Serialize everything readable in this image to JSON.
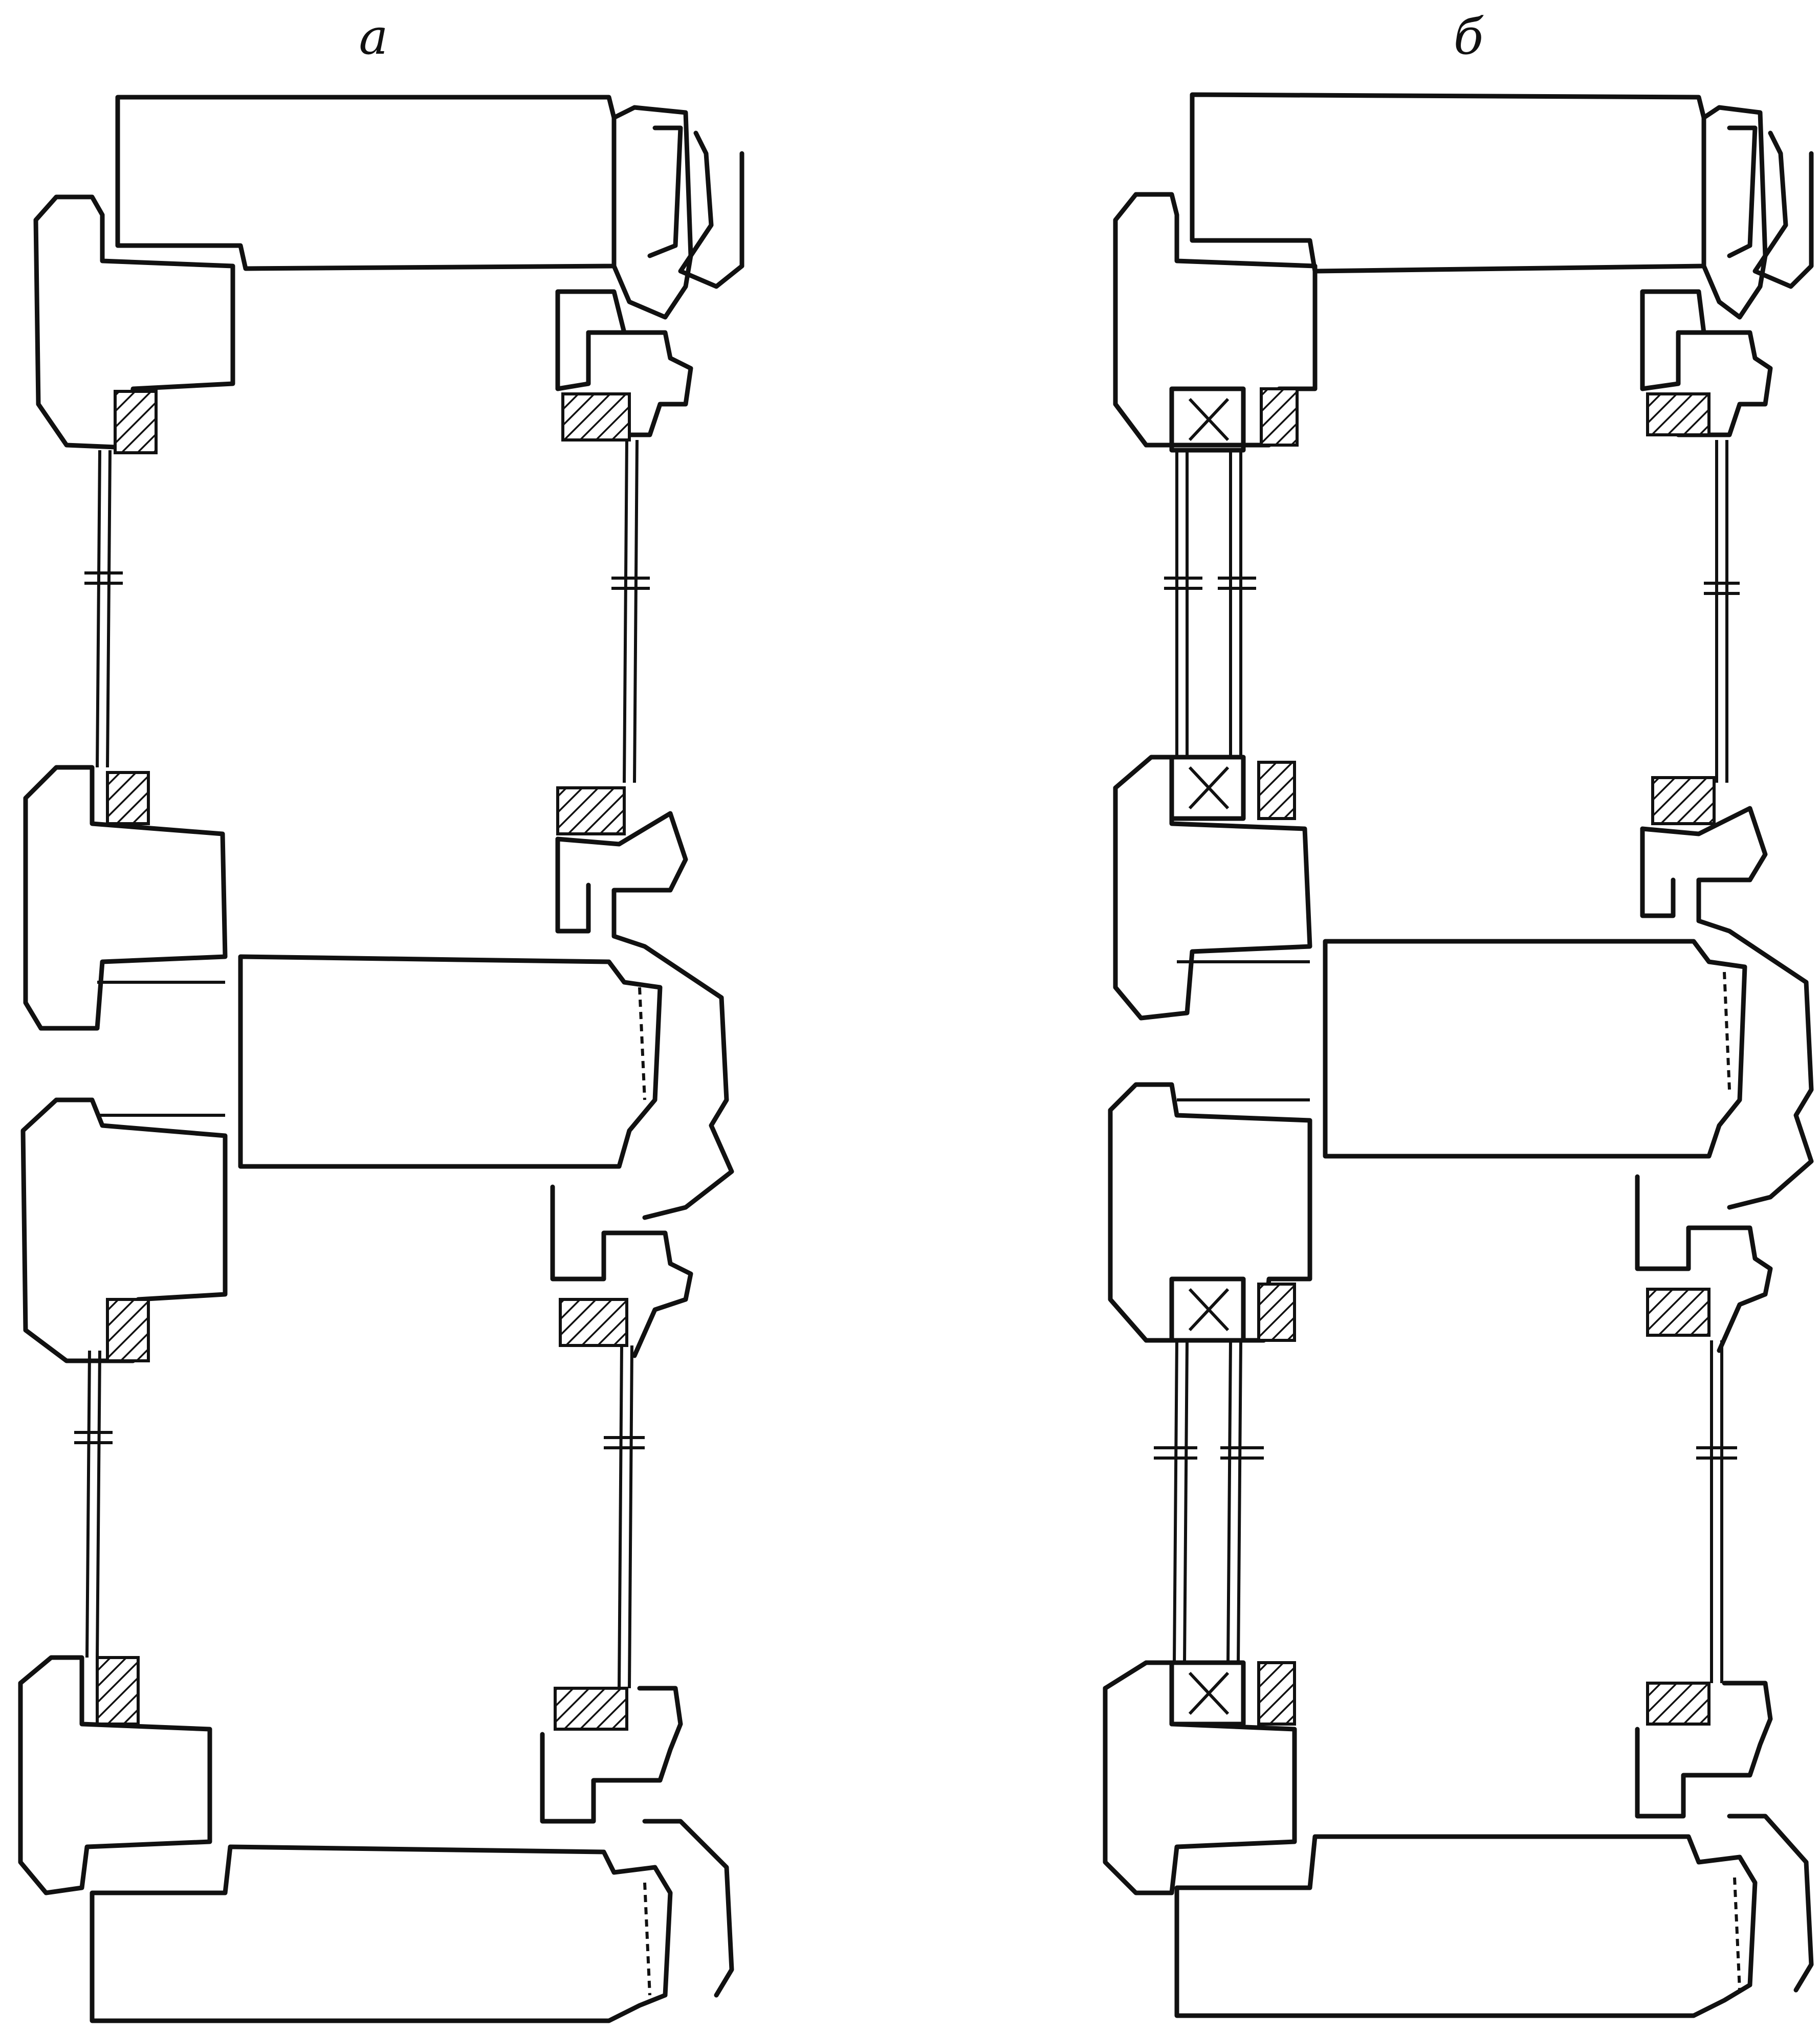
{
  "panels": [
    {
      "id": "a",
      "label": "а",
      "glazing": "single"
    },
    {
      "id": "b",
      "label": "б",
      "glazing": "double-with-spacers"
    }
  ],
  "colors": {
    "ink": "#111111",
    "background": "#ffffff"
  }
}
